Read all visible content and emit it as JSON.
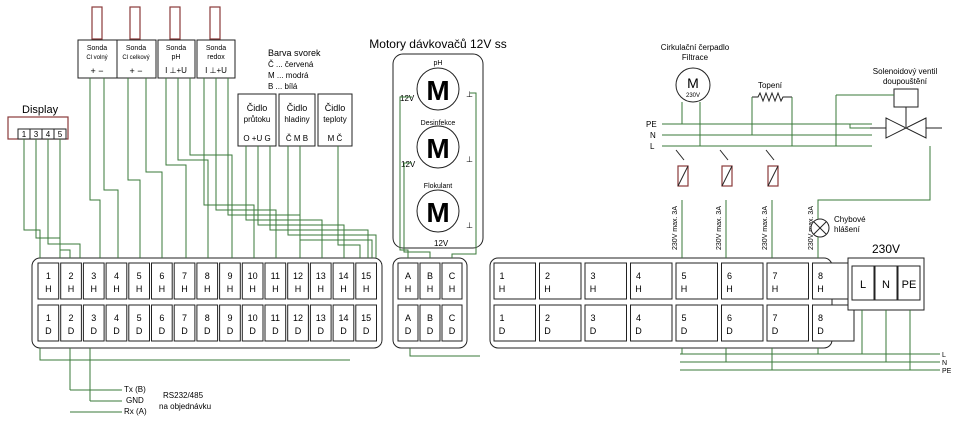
{
  "title": "Motory dávkovačů 12V ss",
  "legend": {
    "heading": "Barva svorek",
    "c": "Č ... červená",
    "m": "M ... modrá",
    "b": "B ... bílá"
  },
  "display": {
    "label": "Display",
    "pins": [
      "1",
      "3",
      "4",
      "5"
    ]
  },
  "sondy": [
    {
      "l1": "Sonda",
      "l2": "Cl volný",
      "pins": "+   −"
    },
    {
      "l1": "Sonda",
      "l2": "Cl celkový",
      "pins": "+   −"
    },
    {
      "l1": "Sonda",
      "l2": "pH",
      "pins": "I  ⊥+U"
    },
    {
      "l1": "Sonda",
      "l2": "redox",
      "pins": "I  ⊥+U"
    }
  ],
  "cidla": [
    {
      "l1": "Čidlo",
      "l2": "průtoku",
      "pins": "O +U G"
    },
    {
      "l1": "Čidlo",
      "l2": "hladiny",
      "pins": "Č M B"
    },
    {
      "l1": "Čidlo",
      "l2": "teploty",
      "pins": "M  Č"
    }
  ],
  "motors": [
    {
      "name": "pH",
      "volt": "12V"
    },
    {
      "name": "Desinfekce",
      "volt": "12V"
    },
    {
      "name": "Flokulant",
      "volt": "12V"
    }
  ],
  "motor_symbol": "M",
  "ground": "⊥",
  "left_terminal": {
    "top": [
      "1",
      "2",
      "3",
      "4",
      "5",
      "6",
      "7",
      "8",
      "9",
      "10",
      "11",
      "12",
      "13",
      "14",
      "15"
    ],
    "top_suffix": "H",
    "bottom_suffix": "D"
  },
  "abc_terminal": [
    "A",
    "B",
    "C"
  ],
  "right_terminal": {
    "cols": [
      "1",
      "2",
      "3",
      "4",
      "5",
      "6",
      "7",
      "8"
    ]
  },
  "power_terminal": {
    "title": "230V",
    "pins": [
      "L",
      "N",
      "PE"
    ]
  },
  "pump": {
    "l1": "Cirkulační čerpadlo",
    "l2": "Filtrace",
    "volt": "230V"
  },
  "heater": "Topení",
  "valve": {
    "l1": "Solenoidový ventil",
    "l2": "doupouštění"
  },
  "rails": [
    "PE",
    "N",
    "L"
  ],
  "relay_rating": "230V max. 3A",
  "fault": {
    "l1": "Chybové",
    "l2": "hlášení"
  },
  "bus_right": [
    "L",
    "N",
    "PE"
  ],
  "rs": {
    "tx": "Tx (B)",
    "gnd": "GND",
    "rx": "Rx (A)",
    "l1": "RS232/485",
    "l2": "na objednávku"
  }
}
